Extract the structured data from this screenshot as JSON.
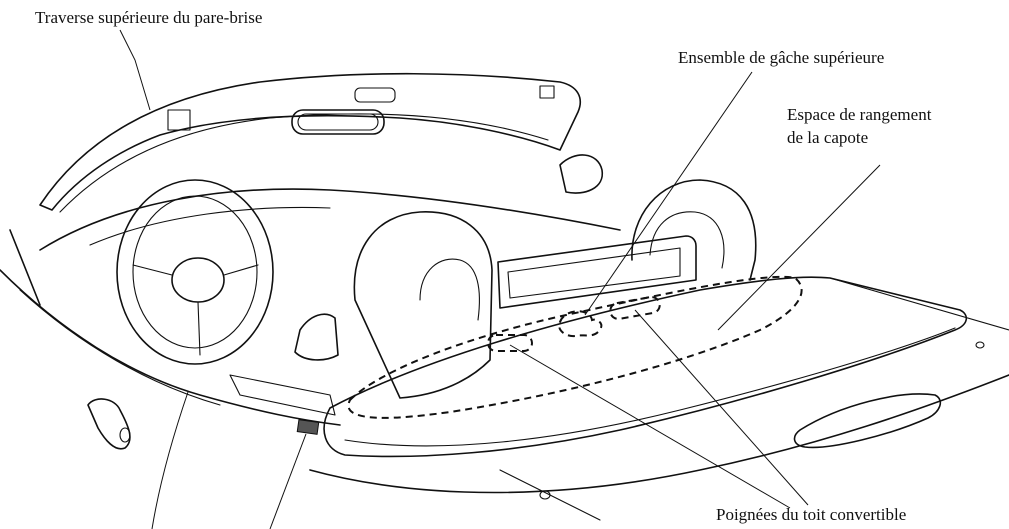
{
  "labels": {
    "windshield_header": "Traverse supérieure du pare-brise",
    "upper_latch": "Ensemble de gâche supérieure",
    "storage_line1": "Espace de rangement",
    "storage_line2": "de la capote",
    "handles": "Poignées du toit convertible"
  }
}
